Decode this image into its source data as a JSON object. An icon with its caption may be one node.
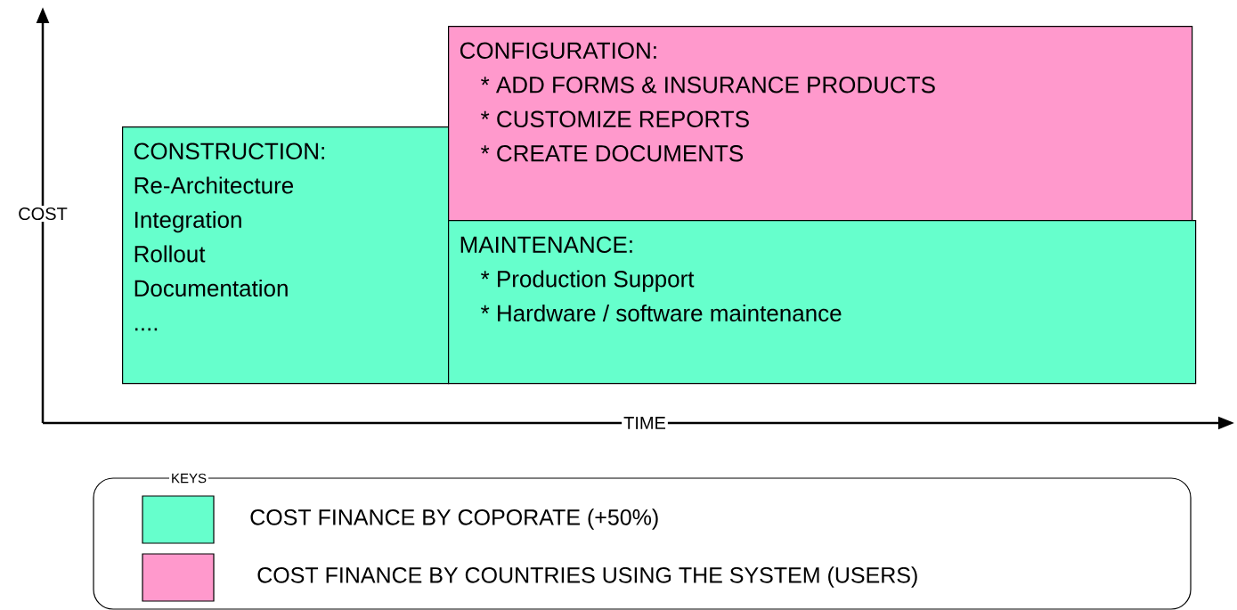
{
  "diagram": {
    "nodes": [
      {
        "text": [
          "CONSTRUCTION:",
          "Re-Architecture",
          "Integration",
          "Rollout",
          "Documentation",
          "...."
        ]
      },
      {
        "text": [
          "CONFIGURATION:",
          "* ADD FORMS & INSURANCE PRODUCTS",
          "* CUSTOMIZE REPORTS",
          "* CREATE DOCUMENTS"
        ]
      },
      {
        "text": [
          "MAINTENANCE:",
          "* Production Support",
          "* Hardware / software maintenance"
        ]
      }
    ],
    "labels": [
      "COST",
      "TIME",
      "KEYS"
    ],
    "legend": [
      {
        "text": "COST FINANCE BY COPORATE (+50%)",
        "color": "#66ffcc"
      },
      {
        "text": "COST FINANCE BY COUNTRIES USING THE SYSTEM (USERS)",
        "color": "#ff99cc"
      }
    ]
  }
}
